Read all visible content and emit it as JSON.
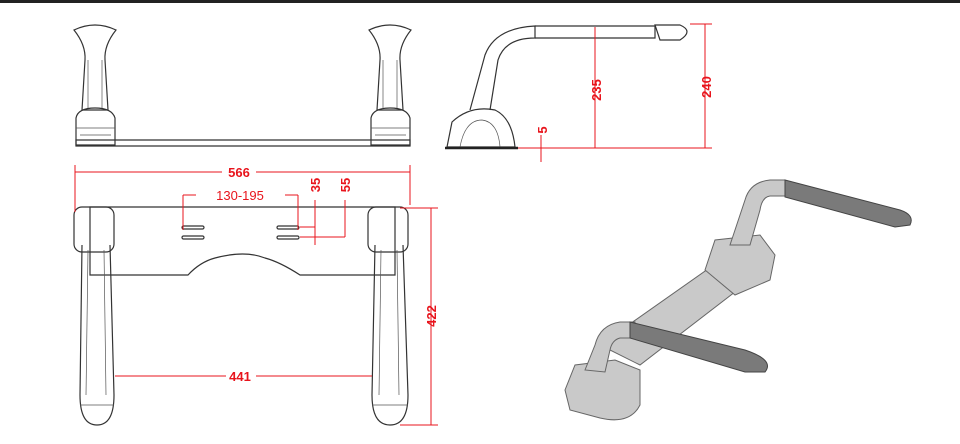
{
  "drawing": {
    "front_view": {},
    "side_view": {
      "dims": {
        "height_bar": "235",
        "height_total": "240",
        "base_offset": "5"
      }
    },
    "plan_view": {
      "dims": {
        "overall_width": "566",
        "slot_range": "130-195",
        "slot_offset_a": "35",
        "slot_offset_b": "55",
        "overall_depth": "422",
        "inner_width": "441"
      }
    },
    "iso_view": {},
    "colors": {
      "dimension": "#e8141c",
      "outline": "#333333",
      "solid": "#c9c9c9"
    }
  }
}
